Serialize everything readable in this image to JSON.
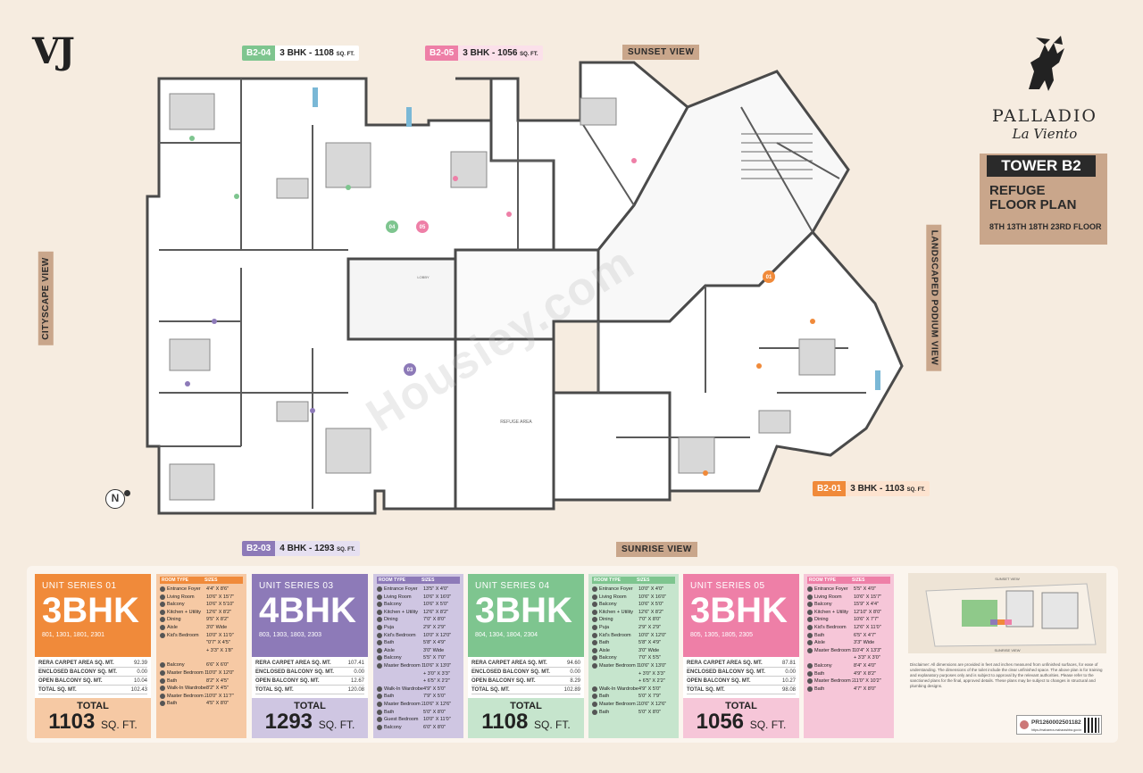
{
  "header": {
    "logo_text": "VJ",
    "brand_name": "PALLADIO",
    "brand_sub": "La Viento",
    "tower": "TOWER B2",
    "refuge_line1": "REFUGE",
    "refuge_line2": "FLOOR PLAN",
    "floors": "8TH 13TH 18TH 23RD FLOOR"
  },
  "views": {
    "sunset": "SUNSET VIEW",
    "sunrise": "SUNRISE VIEW",
    "cityscape": "CITYSCAPE VIEW",
    "landscaped": "LANDSCAPED PODIUM VIEW"
  },
  "unit_tags": [
    {
      "code": "B2-04",
      "desc": "3 BHK - 1108",
      "unit": "SQ. FT.",
      "color": "#7ec58f"
    },
    {
      "code": "B2-05",
      "desc": "3 BHK - 1056",
      "unit": "SQ. FT.",
      "color": "#ee7fa7"
    },
    {
      "code": "B2-01",
      "desc": "3 BHK - 1103",
      "unit": "SQ. FT.",
      "color": "#f08a3a"
    },
    {
      "code": "B2-03",
      "desc": "4 BHK - 1293",
      "unit": "SQ. FT.",
      "color": "#8d7ab8"
    }
  ],
  "plan_labels": {
    "compass": "N",
    "refuge_area": "REFUGE AREA",
    "lobby": "LOBBY",
    "watermark": "Housiey.com",
    "markers": [
      "01",
      "03",
      "04",
      "05"
    ]
  },
  "series": [
    {
      "title": "UNIT SERIES 01",
      "bhk": "3BHK",
      "flats": "801, 1301, 1801, 2301",
      "color": "#f08a3a",
      "light": "#f6c9a4",
      "rows": [
        [
          "RERA CARPET AREA SQ. MT.",
          "92.39"
        ],
        [
          "ENCLOSED BALCONY SQ. MT.",
          "0.00"
        ],
        [
          "OPEN BALCONY SQ. MT.",
          "10.04"
        ],
        [
          "TOTAL SQ. MT.",
          "102.43"
        ]
      ],
      "total_label": "TOTAL",
      "total": "1103",
      "total_unit": "SQ. FT."
    },
    {
      "title": "UNIT SERIES 03",
      "bhk": "4BHK",
      "flats": "803, 1303, 1803, 2303",
      "color": "#8d7ab8",
      "light": "#cfc6e2",
      "rows": [
        [
          "RERA CARPET AREA SQ. MT.",
          "107.41"
        ],
        [
          "ENCLOSED BALCONY SQ. MT.",
          "0.00"
        ],
        [
          "OPEN BALCONY SQ. MT.",
          "12.67"
        ],
        [
          "TOTAL SQ. MT.",
          "120.08"
        ]
      ],
      "total_label": "TOTAL",
      "total": "1293",
      "total_unit": "SQ. FT."
    },
    {
      "title": "UNIT SERIES 04",
      "bhk": "3BHK",
      "flats": "804, 1304, 1804, 2304",
      "color": "#7ec58f",
      "light": "#c6e5cd",
      "rows": [
        [
          "RERA CARPET AREA SQ. MT.",
          "94.60"
        ],
        [
          "ENCLOSED BALCONY SQ. MT.",
          "0.00"
        ],
        [
          "OPEN BALCONY SQ. MT.",
          "8.29"
        ],
        [
          "TOTAL SQ. MT.",
          "102.89"
        ]
      ],
      "total_label": "TOTAL",
      "total": "1108",
      "total_unit": "SQ. FT."
    },
    {
      "title": "UNIT SERIES 05",
      "bhk": "3BHK",
      "flats": "805, 1305, 1805, 2305",
      "color": "#ee7fa7",
      "light": "#f6c6d8",
      "rows": [
        [
          "RERA CARPET AREA SQ. MT.",
          "87.81"
        ],
        [
          "ENCLOSED BALCONY SQ. MT.",
          "0.00"
        ],
        [
          "OPEN BALCONY SQ. MT.",
          "10.27"
        ],
        [
          "TOTAL SQ. MT.",
          "98.08"
        ]
      ],
      "total_label": "TOTAL",
      "total": "1056",
      "total_unit": "SQ. FT."
    }
  ],
  "room_tables": [
    {
      "head_type": "ROOM TYPE",
      "head_size": "SIZES",
      "color": "#f6c9a4",
      "accent": "#f08a3a",
      "rooms": [
        [
          "Entrance Foyer",
          "4'4\" X 8'6\""
        ],
        [
          "Living Room",
          "10'6\" X 15'7\""
        ],
        [
          "Balcony",
          "10'6\" X 5'10\""
        ],
        [
          "Kitchen + Utility",
          "12'6\" X 8'2\""
        ],
        [
          "Dining",
          "9'5\" X 8'2\""
        ],
        [
          "Aisle",
          "3'0\" Wide"
        ],
        [
          "Kid's Bedroom",
          "10'0\" X 11'0\""
        ],
        [
          "",
          "\"0'7\" X 4'5\""
        ],
        [
          "",
          "+ 3'3\" X 1'8\""
        ],
        [
          "gap",
          ""
        ],
        [
          "Balcony",
          "6'6\" X 6'0\""
        ],
        [
          "Master Bedroom 1",
          "10'0\" X 12'0\""
        ],
        [
          "Bath",
          "8'2\" X 4'5\""
        ],
        [
          "Walk-In Wardrobe",
          "8'2\" X 4'5\""
        ],
        [
          "Master Bedroom 2",
          "10'0\" X 11'7\""
        ],
        [
          "Bath",
          "4'5\" X 8'0\""
        ]
      ]
    },
    {
      "head_type": "ROOM TYPE",
      "head_size": "SIZES",
      "color": "#cfc6e2",
      "accent": "#8d7ab8",
      "rooms": [
        [
          "Entrance Foyer",
          "13'5\" X 4'0\""
        ],
        [
          "Living Room",
          "10'6\" X 16'0\""
        ],
        [
          "Balcony",
          "10'6\" X 5'0\""
        ],
        [
          "Kitchen + Utility",
          "12'6\" X 8'2\""
        ],
        [
          "Dining",
          "7'0\" X 8'0\""
        ],
        [
          "Puja",
          "2'9\" X 2'9\""
        ],
        [
          "Kid's Bedroom",
          "10'0\" X 12'0\""
        ],
        [
          "Bath",
          "5'8\" X 4'9\""
        ],
        [
          "Aisle",
          "3'0\" Wide"
        ],
        [
          "Balcony",
          "5'5\" X 7'0\""
        ],
        [
          "Master Bedroom 1",
          "10'6\" X 13'0\""
        ],
        [
          "",
          "+ 3'0\" X 3'3\""
        ],
        [
          "",
          "+ 6'5\" X 2'2\""
        ],
        [
          "Walk-In Wardrobe",
          "4'9\" X 5'0\""
        ],
        [
          "Bath",
          "7'9\" X 5'0\""
        ],
        [
          "Master Bedroom 2",
          "10'6\" X 12'6\""
        ],
        [
          "Bath",
          "5'0\" X 8'0\""
        ],
        [
          "Guest Bedroom",
          "10'0\" X 11'0\""
        ],
        [
          "Balcony",
          "6'0\" X 8'0\""
        ]
      ]
    },
    {
      "head_type": "ROOM TYPE",
      "head_size": "SIZES",
      "color": "#c6e5cd",
      "accent": "#7ec58f",
      "rooms": [
        [
          "Entrance Foyer",
          "10'0\" X 4'0\""
        ],
        [
          "Living Room",
          "10'6\" X 16'0\""
        ],
        [
          "Balcony",
          "10'6\" X 5'0\""
        ],
        [
          "Kitchen + Utility",
          "12'6\" X 8'2\""
        ],
        [
          "Dining",
          "7'0\" X 8'0\""
        ],
        [
          "Puja",
          "2'9\" X 2'9\""
        ],
        [
          "Kid's Bedroom",
          "10'0\" X 12'0\""
        ],
        [
          "Bath",
          "5'8\" X 4'9\""
        ],
        [
          "Aisle",
          "3'0\" Wide"
        ],
        [
          "Balcony",
          "7'0\" X 5'5\""
        ],
        [
          "Master Bedroom 1",
          "10'6\" X 13'0\""
        ],
        [
          "",
          "+ 3'0\" X 3'3\""
        ],
        [
          "",
          "+ 6'5\" X 2'2\""
        ],
        [
          "Walk-In Wardrobe",
          "4'9\" X 5'0\""
        ],
        [
          "Bath",
          "5'0\" X 7'9\""
        ],
        [
          "Master Bedroom 2",
          "10'6\" X 12'6\""
        ],
        [
          "Bath",
          "5'0\" X 8'0\""
        ]
      ]
    },
    {
      "head_type": "ROOM TYPE",
      "head_size": "SIZES",
      "color": "#f6c6d8",
      "accent": "#ee7fa7",
      "rooms": [
        [
          "Entrance Foyer",
          "5'5\" X 4'0\""
        ],
        [
          "Living Room",
          "10'6\" X 15'7\""
        ],
        [
          "Balcony",
          "15'9\" X 4'4\""
        ],
        [
          "Kitchen + Utility",
          "12'10\" X 8'0\""
        ],
        [
          "Dining",
          "10'6\" X 7'7\""
        ],
        [
          "Kid's Bedroom",
          "12'6\" X 11'0\""
        ],
        [
          "Bath",
          "6'5\" X 4'7\""
        ],
        [
          "Aisle",
          "3'3\" Wide"
        ],
        [
          "Master Bedroom 1",
          "10'4\" X 13'3\""
        ],
        [
          "",
          "+ 3'3\" X 3'0\""
        ],
        [
          "Balcony",
          "8'4\" X 4'0\""
        ],
        [
          "Bath",
          "4'9\" X 8'2\""
        ],
        [
          "Master Bedroom 2",
          "11'0\" X 10'2\""
        ],
        [
          "Bath",
          "4'7\" X 8'0\""
        ]
      ]
    }
  ],
  "footer": {
    "disclaimer": "Disclaimer: All dimensions are provided in feet and inches measured from unfinished surfaces, for ease of understanding. The dimensions of the toilet include the clear unfinished space. The above plan is for training and explanatory purposes only and is subject to approval by the relevant authorities. Please refer to the sanctioned plans for the final, approved details. These plans may be subject to changes in structural and plumbing designs.",
    "rera_id": "PR1260002501182",
    "rera_url": "https://maharera.maharashtra.gov.in",
    "keyplan_top": "SUNSET VIEW",
    "keyplan_bottom": "SUNRISE VIEW"
  }
}
